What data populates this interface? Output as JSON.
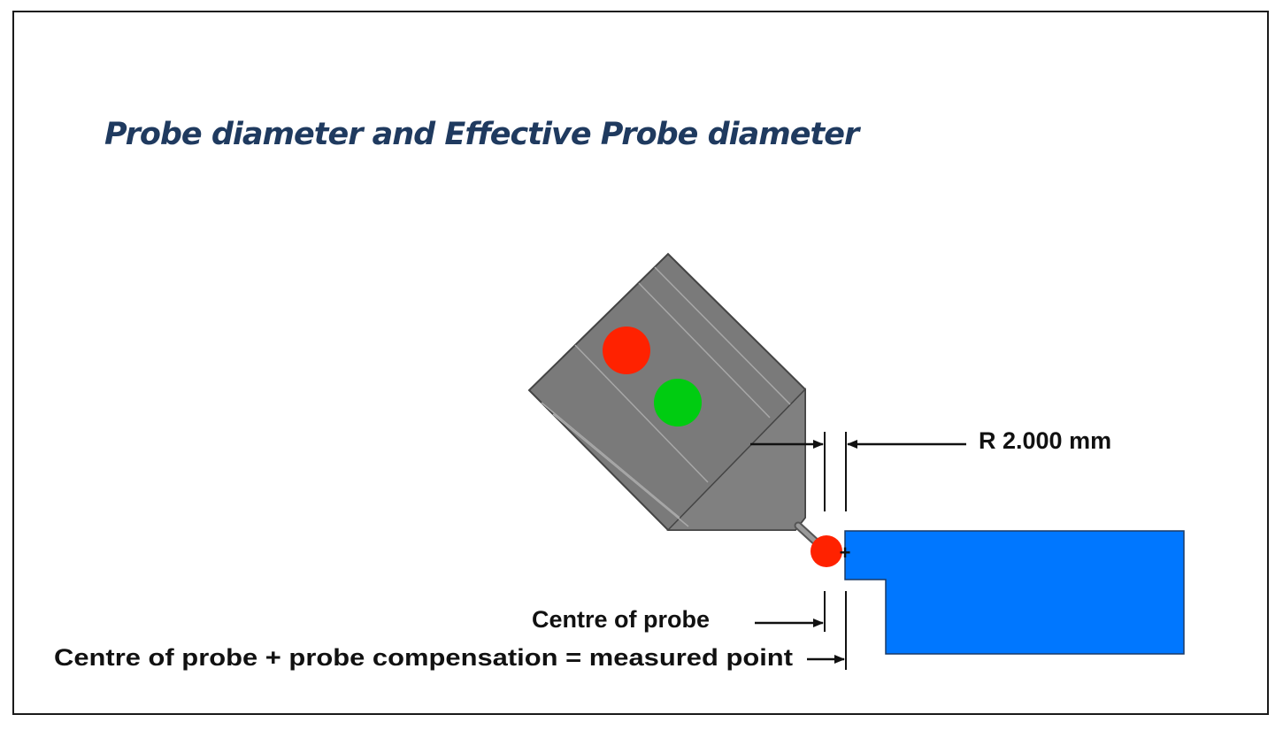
{
  "slide": {
    "title": "Probe diameter and Effective Probe diameter"
  },
  "labels": {
    "radius": "R 2.000 mm",
    "centre_of_probe": "Centre of probe",
    "measured_point": "Centre of probe + probe compensation = measured point",
    "centre_marker": "+"
  },
  "colors": {
    "title": "#1f3a5f",
    "probe_body": "#7a7a7a",
    "probe_outline": "#444444",
    "status_light_red": "#ff2200",
    "status_light_green": "#00cc11",
    "stylus_tip": "#ff2200",
    "workpiece": "#0077ff",
    "line": "#111111"
  }
}
